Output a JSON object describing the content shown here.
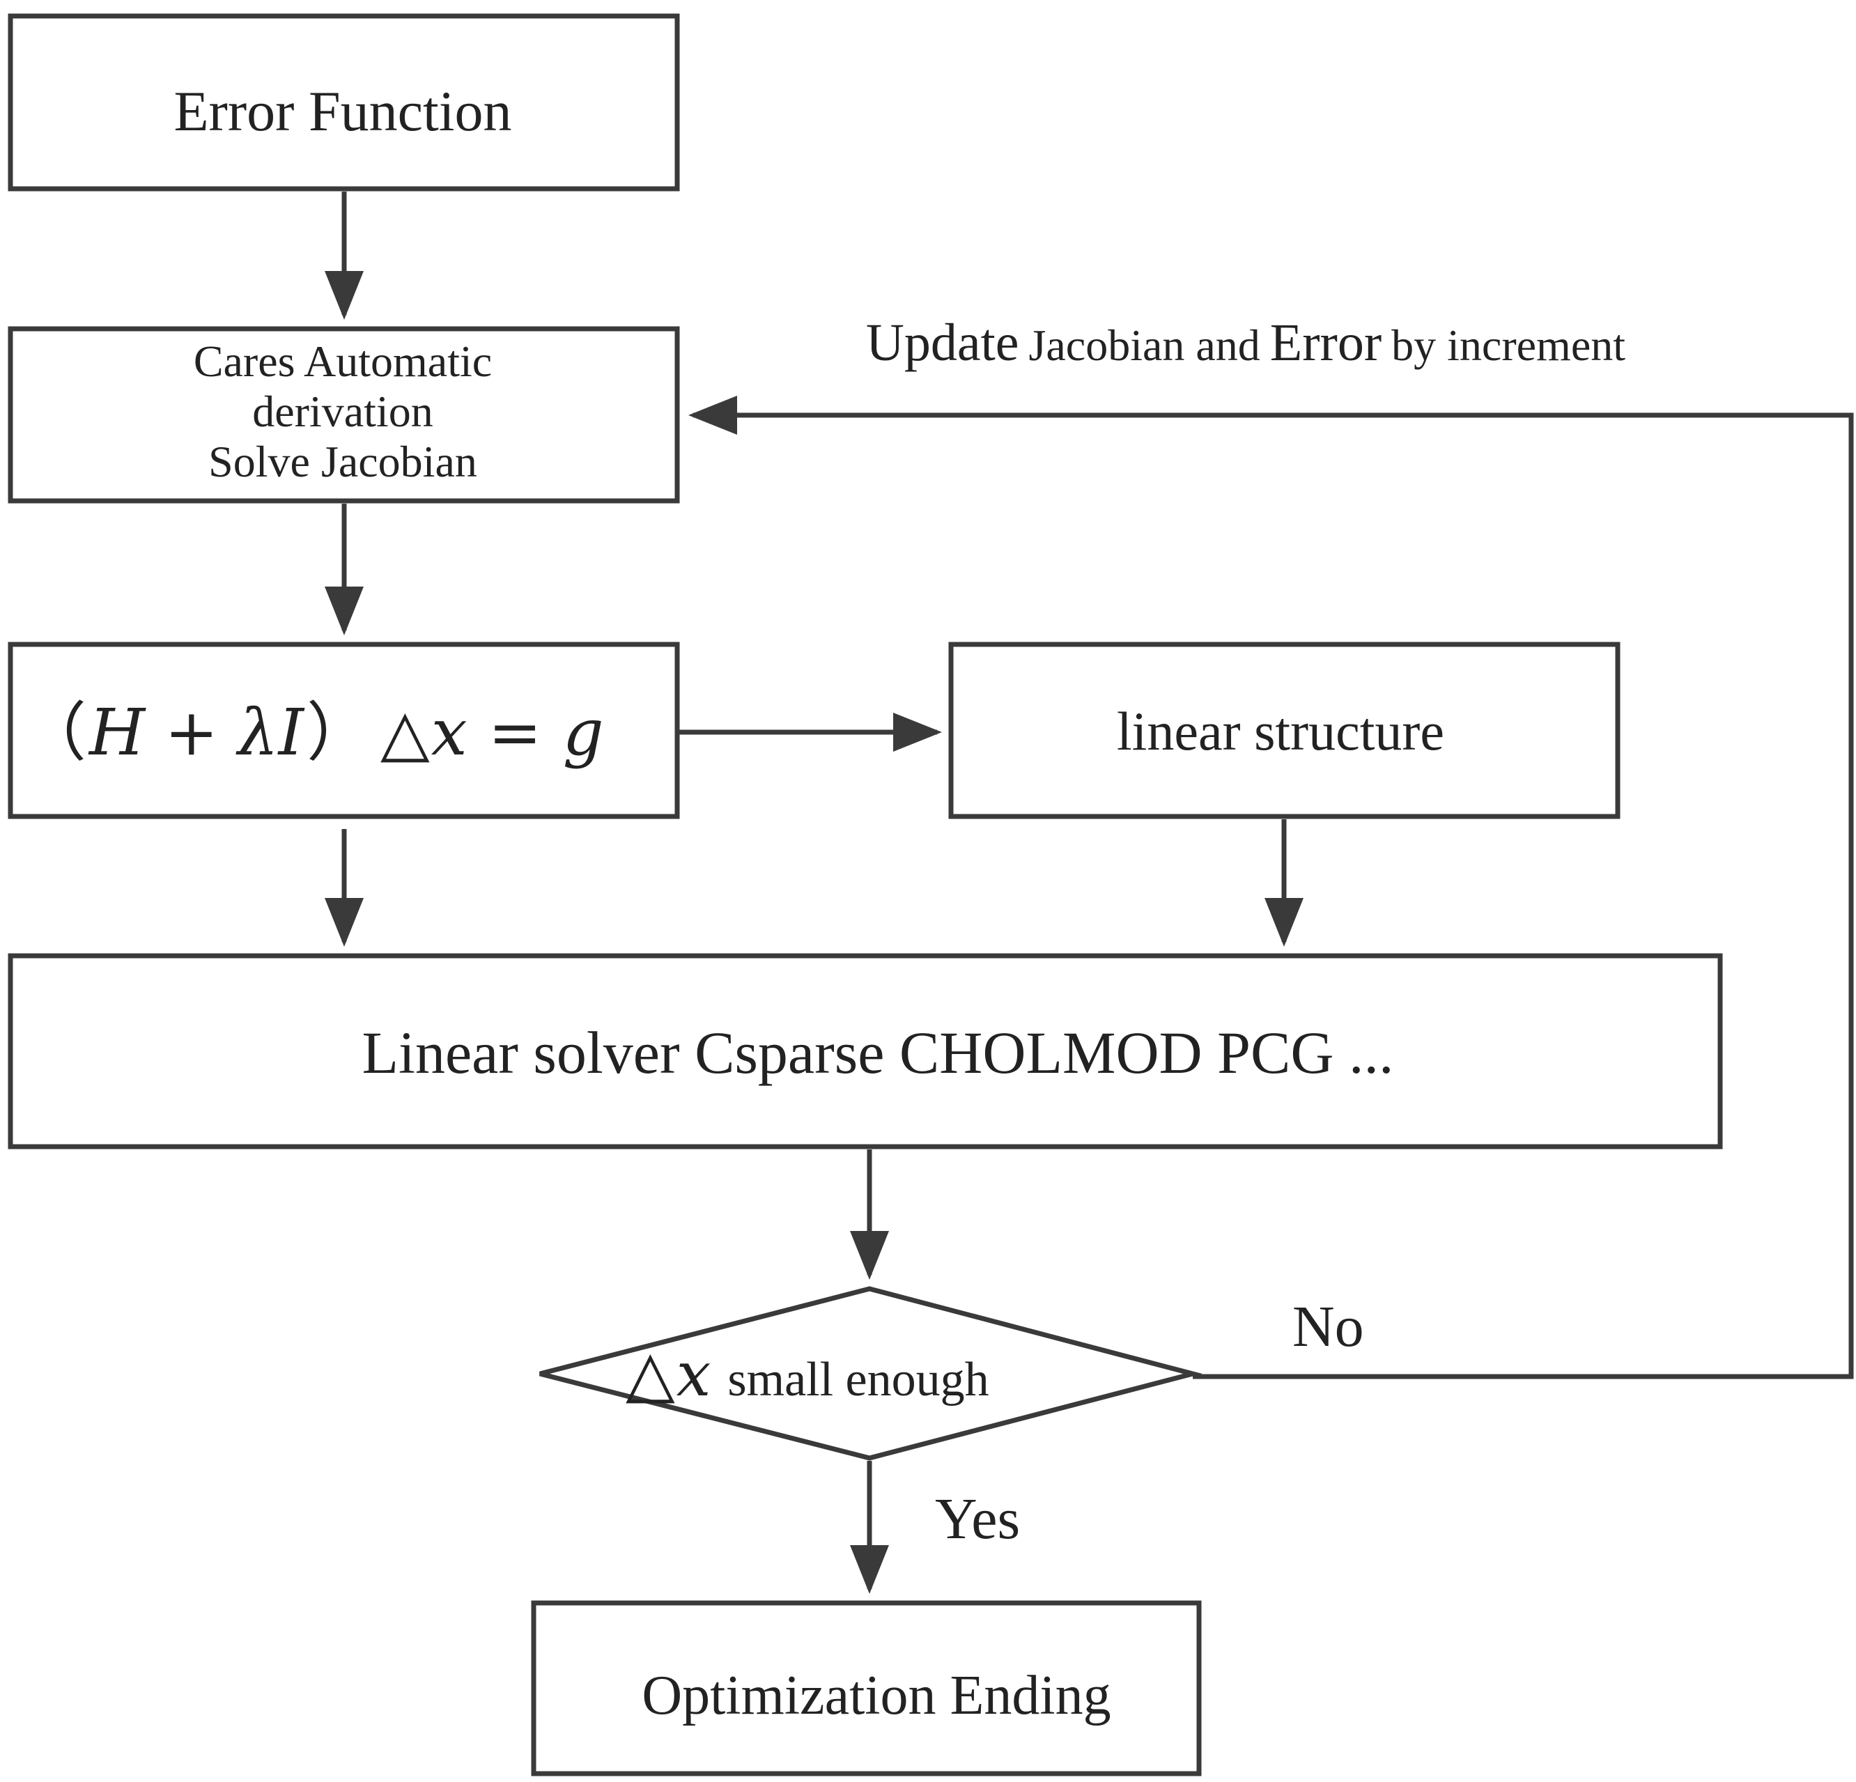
{
  "nodes": {
    "error_function": "Error Function",
    "cares_line1": "Cares Automatic",
    "cares_line2": "derivation",
    "cares_line3": "Solve Jacobian",
    "equation": {
      "lparen": "（",
      "H": "H",
      "plus": "+",
      "lambda_I": "λI",
      "rparen": "）",
      "delta": "△",
      "x": "x",
      "equals": "=",
      "g": "g"
    },
    "linear_structure": "linear structure",
    "linear_solver": "Linear solver Csparse CHOLMOD PCG ...",
    "decision": {
      "delta": "△",
      "x": "x",
      "text": "small enough"
    },
    "optimization_ending": "Optimization Ending"
  },
  "edges": {
    "feedback": {
      "w1": "Update",
      "w2": "Jacobian and",
      "w3": "Error",
      "w4": "by increment"
    },
    "no_label": "No",
    "yes_label": "Yes"
  },
  "colors": {
    "stroke": "#3a3a3a",
    "text": "#222222",
    "background": "#ffffff"
  }
}
